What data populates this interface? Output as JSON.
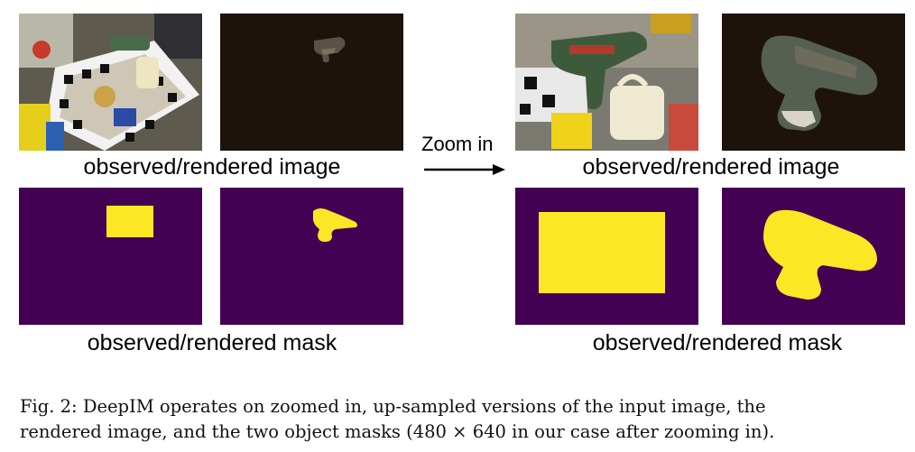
{
  "labels": {
    "left_image": "observed/rendered image",
    "left_mask": "observed/rendered mask",
    "right_image": "observed/rendered image",
    "right_mask": "observed/rendered mask",
    "zoom": "Zoom in"
  },
  "caption": {
    "line1": "Fig. 2: DeepIM operates on zoomed in, up-sampled versions of the input image, the",
    "line2": "rendered image, and the two object masks (480 × 640 in our case after zooming in)."
  },
  "colors": {
    "mask_background": "#440154",
    "mask_foreground": "#fde725",
    "render_background": "#1e130b"
  }
}
